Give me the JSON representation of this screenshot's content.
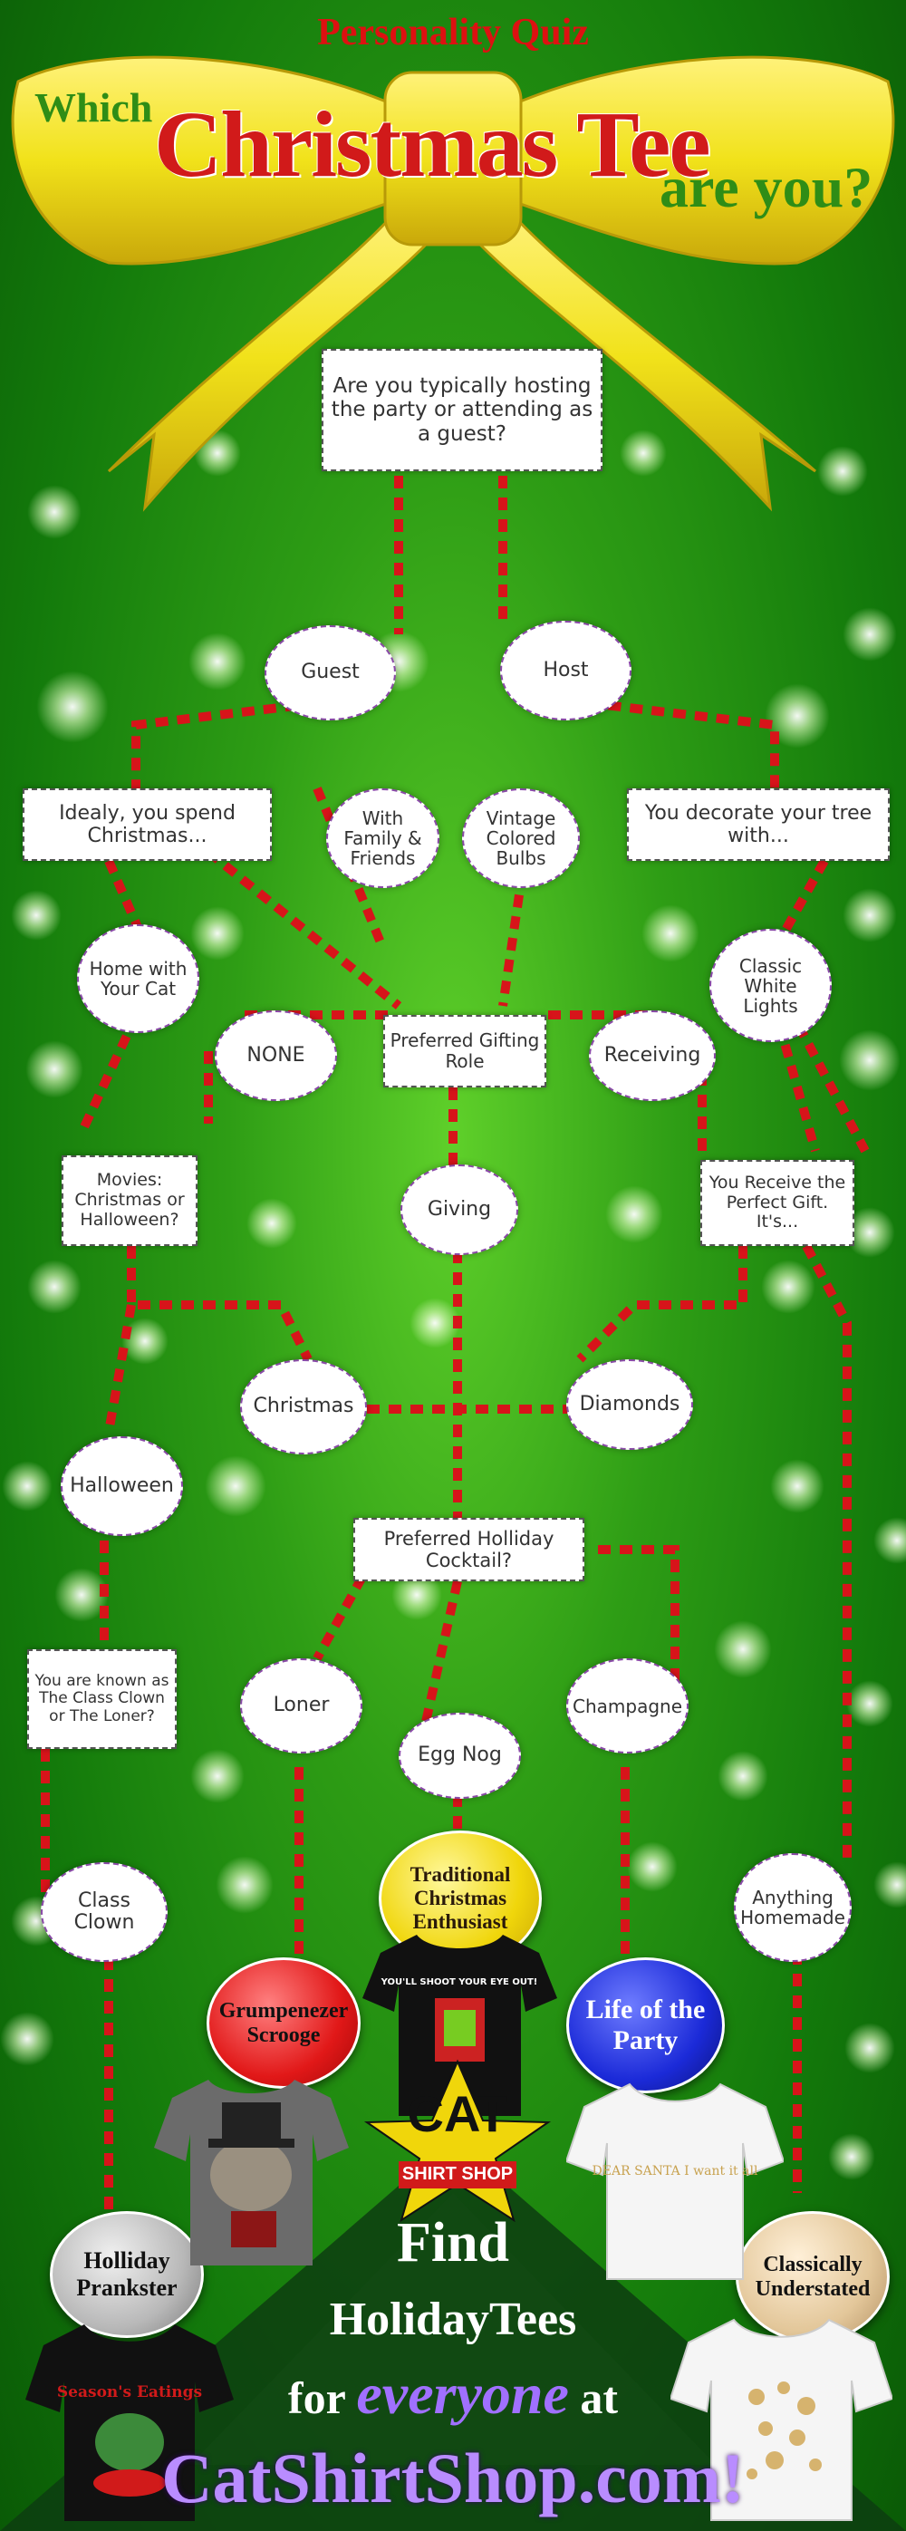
{
  "header": {
    "quiz": "Personality Quiz",
    "which": "Which",
    "christmas_tee": "Christmas Tee",
    "are_you": "are you?"
  },
  "questions": {
    "q1": "Are you typically hosting the party or attending as a guest?",
    "ideally": "Idealy, you spend Christmas...",
    "decorate": "You decorate your tree with...",
    "gifting": "Preferred Gifting Role",
    "movies": "Movies: Christmas or Halloween?",
    "perfect_gift": "You Receive the Perfect Gift. It's...",
    "cocktail": "Preferred Holliday Cocktail?",
    "known_as": "You are known as The Class Clown or The Loner?"
  },
  "answers": {
    "guest": "Guest",
    "host": "Host",
    "family": "With Family & Friends",
    "vintage": "Vintage Colored Bulbs",
    "home_cat": "Home with Your Cat",
    "classic_white": "Classic White Lights",
    "none": "NONE",
    "receiving": "Receiving",
    "giving": "Giving",
    "christmas": "Christmas",
    "diamonds": "Diamonds",
    "halloween": "Halloween",
    "loner": "Loner",
    "egg_nog": "Egg Nog",
    "champagne": "Champagne",
    "class_clown": "Class Clown",
    "homemade": "Anything Homemade"
  },
  "results": {
    "traditional": "Traditional Christmas Enthusiast",
    "scrooge": "Grumpenezer Scrooge",
    "life_party": "Life of the Party",
    "prankster": "Holliday Prankster",
    "understated": "Classically Understated"
  },
  "shirts": {
    "eye_out": "YOU'LL SHOOT YOUR EYE OUT!",
    "dear_santa": "DEAR SANTA I want it all",
    "seasons": "Season's Eatings"
  },
  "logo": {
    "cat": "CAT",
    "shop": "SHIRT SHOP"
  },
  "footer": {
    "find": "Find",
    "holiday_tees": "HolidayTees",
    "for": "for",
    "everyone": "everyone",
    "at": "at",
    "url": "CatShirtShop.com!"
  },
  "colors": {
    "green_bg": "#2e9d15",
    "bow_yellow": "#f1e21a",
    "title_red": "#d11a1a",
    "title_green": "#2f8d16",
    "line_red": "#d7141a",
    "tree_dark": "#0d3d10"
  }
}
